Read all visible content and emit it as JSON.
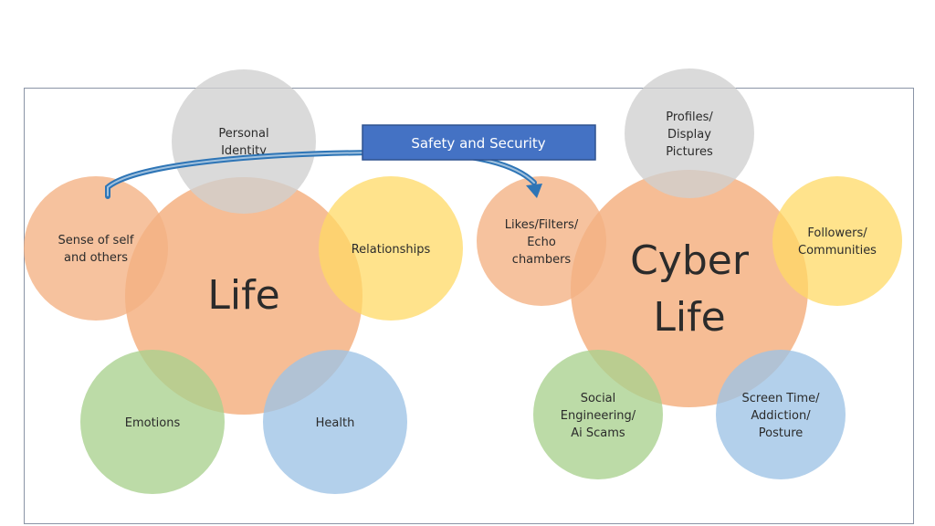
{
  "banner": {
    "label": "Safety and Security",
    "fill": "#4472c4",
    "stroke": "#2f528f"
  },
  "colors": {
    "center": "#f4b183",
    "grey": "#d0d0d0",
    "orange": "#f4b183",
    "yellow": "#ffd966",
    "green": "#a9d18e",
    "blue": "#9dc3e6",
    "arrow": "#2e75b6"
  },
  "life": {
    "center": {
      "lines": [
        "Life"
      ]
    },
    "nodes": {
      "identity": {
        "lines": [
          "Personal",
          "Identity"
        ]
      },
      "self": {
        "lines": [
          "Sense of self",
          "and others"
        ]
      },
      "relationships": {
        "lines": [
          "Relationships"
        ]
      },
      "emotions": {
        "lines": [
          "Emotions"
        ]
      },
      "health": {
        "lines": [
          "Health"
        ]
      }
    }
  },
  "cyber": {
    "center": {
      "lines": [
        "Cyber",
        "Life"
      ]
    },
    "nodes": {
      "profiles": {
        "lines": [
          "Profiles/",
          "Display",
          "Pictures"
        ]
      },
      "likes": {
        "lines": [
          "Likes/Filters/",
          "Echo",
          "chambers"
        ]
      },
      "followers": {
        "lines": [
          "Followers/",
          "Communities"
        ]
      },
      "social": {
        "lines": [
          "Social",
          "Engineering/",
          "Ai Scams"
        ]
      },
      "screen": {
        "lines": [
          "Screen Time/",
          "Addiction/",
          "Posture"
        ]
      }
    }
  }
}
